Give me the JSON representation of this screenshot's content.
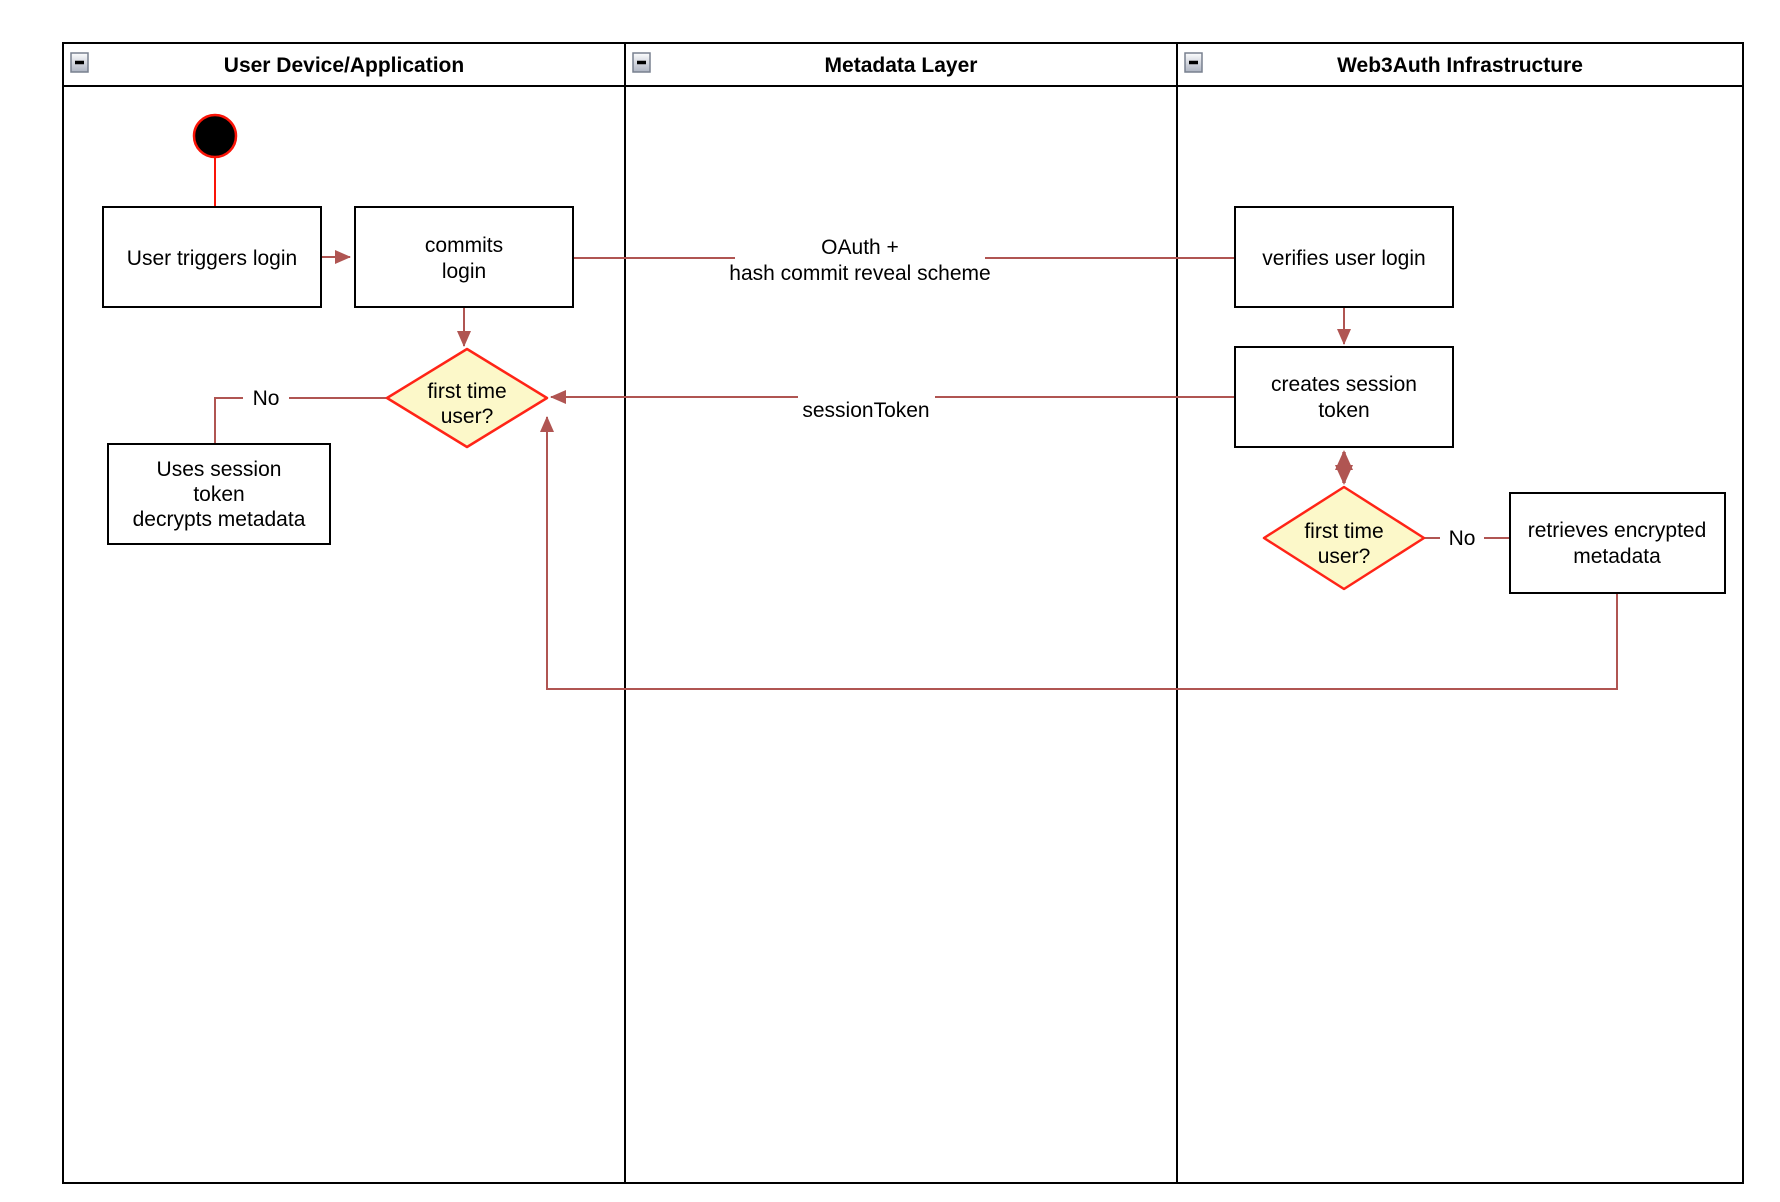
{
  "lanes": [
    {
      "title": "User Device/Application",
      "collapse_icon": "minus-icon"
    },
    {
      "title": "Metadata Layer",
      "collapse_icon": "minus-icon"
    },
    {
      "title": "Web3Auth Infrastructure",
      "collapse_icon": "minus-icon"
    }
  ],
  "nodes": {
    "initial": {
      "type": "initial-state-circle"
    },
    "user_triggers_login": {
      "lines": [
        "User triggers login"
      ]
    },
    "commits_login": {
      "lines": [
        "commits",
        "login"
      ]
    },
    "verifies_user_login": {
      "lines": [
        "verifies user login"
      ]
    },
    "creates_session_token": {
      "lines": [
        "creates session",
        "token"
      ]
    },
    "decision_first_time_user_1": {
      "lines": [
        "first time",
        "user?"
      ]
    },
    "uses_session_token": {
      "lines": [
        "Uses session",
        "token",
        "decrypts metadata"
      ]
    },
    "decision_first_time_user_2": {
      "lines": [
        "first time",
        "user?"
      ]
    },
    "retrieves_encrypted_metadata": {
      "lines": [
        "retrieves encrypted",
        "metadata"
      ]
    }
  },
  "edge_labels": {
    "oauth": {
      "lines": [
        "OAuth +",
        "hash commit reveal scheme"
      ]
    },
    "session_token": "sessionToken",
    "no_first_time_user_1": "No",
    "no_first_time_user_2": "No"
  },
  "colors": {
    "edge": "#B05552",
    "initial_accent": "#FA1408",
    "decision_stroke": "#FF2417",
    "decision_fill": "#FCF8C9",
    "node_fill": "#FFFFFF",
    "node_stroke": "#000000"
  }
}
